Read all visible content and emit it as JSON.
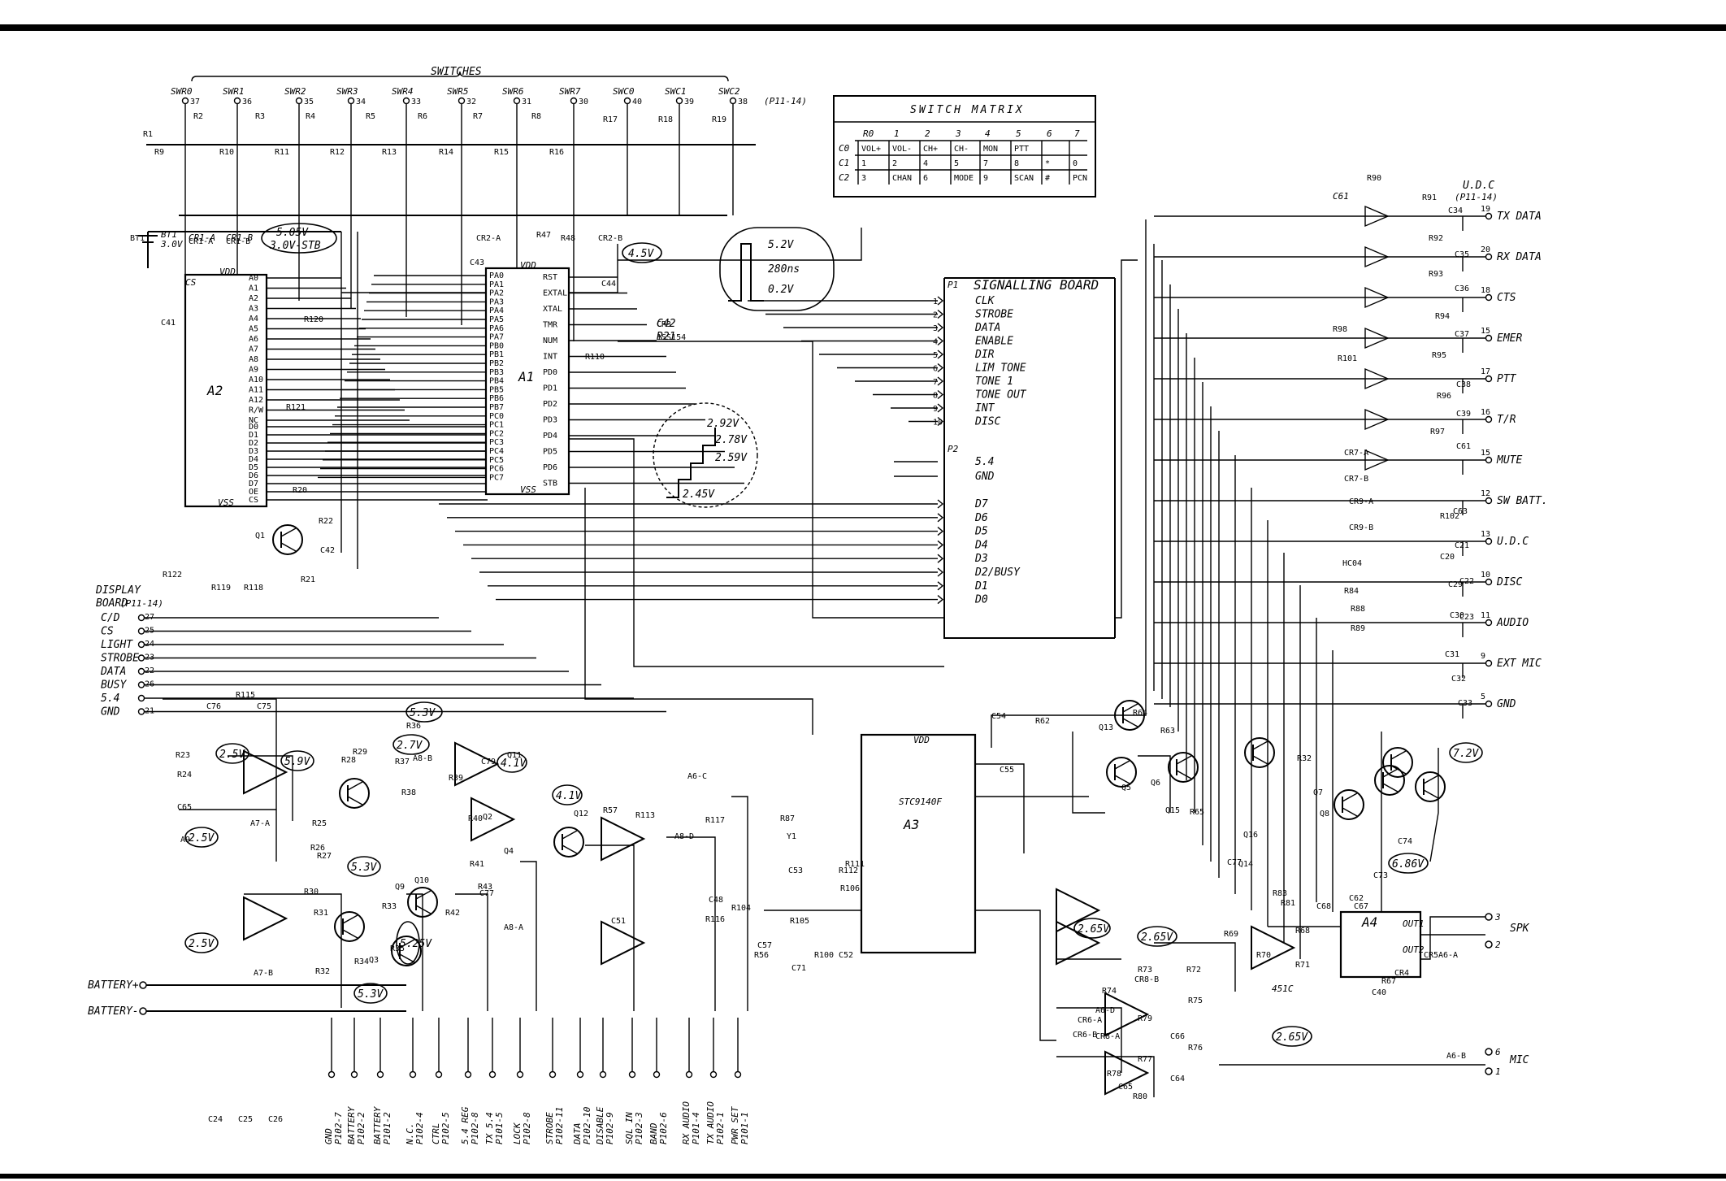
{
  "switches": {
    "header": "SWITCHES",
    "connector": "(P11-14)",
    "labels": [
      "SWR0",
      "SWR1",
      "SWR2",
      "SWR3",
      "SWR4",
      "SWR5",
      "SWR6",
      "SWR7",
      "SWC0",
      "SWC1",
      "SWC2"
    ],
    "pins": [
      "37",
      "36",
      "35",
      "34",
      "33",
      "32",
      "31",
      "30",
      "40",
      "39",
      "38"
    ]
  },
  "matrix": {
    "title": "SWITCH MATRIX",
    "columns": [
      "R0",
      "1",
      "2",
      "3",
      "4",
      "5",
      "6",
      "7"
    ],
    "rows": [
      {
        "label": "C0",
        "cells": [
          "VOL+",
          "VOL-",
          "CH+",
          "CH-",
          "MON",
          "PTT",
          "",
          ""
        ]
      },
      {
        "label": "C1",
        "cells": [
          "1",
          "2",
          "4",
          "5",
          "7",
          "8",
          "*",
          "0"
        ]
      },
      {
        "label": "C2",
        "cells": [
          "3",
          "CHAN",
          "6",
          "MODE",
          "9",
          "SCAN",
          "#",
          "PCN"
        ]
      }
    ]
  },
  "components": {
    "a1": "A1",
    "a2": "A2",
    "a3": "A3",
    "a4": "A4",
    "a3_part": "STC9140F",
    "a2_vdd": "VDD",
    "a2_vss": "VSS",
    "a2_cs": "CS",
    "a1_vdd": "VDD",
    "a1_vss": "VSS",
    "a3_vdd": "VDD"
  },
  "a2_pins": {
    "addr": [
      "A0",
      "A1",
      "A2",
      "A3",
      "A4",
      "A5",
      "A6",
      "A7",
      "A8",
      "A9",
      "A10",
      "A11",
      "A12",
      "R/W",
      "NC"
    ],
    "data": [
      "D0",
      "D1",
      "D2",
      "D3",
      "D4",
      "D5",
      "D6",
      "D7",
      "OE",
      "CS"
    ]
  },
  "a1_pins": {
    "left": [
      "PA0",
      "PA1",
      "PA2",
      "PA3",
      "PA4",
      "PA5",
      "PA6",
      "PA7",
      "PB0",
      "PB1",
      "PB2",
      "PB3",
      "PB4",
      "PB5",
      "PB6",
      "PB7",
      "PC0",
      "PC1",
      "PC2",
      "PC3",
      "PC4",
      "PC5",
      "PC6",
      "PC7"
    ],
    "right": [
      "RST",
      "EXTAL",
      "XTAL",
      "TMR",
      "NUM",
      "INT",
      "PD0",
      "PD1",
      "PD2",
      "PD3",
      "PD4",
      "PD5",
      "PD6",
      "STB"
    ]
  },
  "signalling": {
    "title": "SIGNALLING BOARD",
    "p1": "P1",
    "p2": "P2",
    "p1_pins": [
      "CLK",
      "STROBE",
      "DATA",
      "ENABLE",
      "DIR",
      "LIM TONE",
      "TONE 1",
      "TONE OUT",
      "INT",
      "DISC"
    ],
    "p2_top": [
      "5.4",
      "GND"
    ],
    "p2_pins": [
      "D7",
      "D6",
      "D5",
      "D4",
      "D3",
      "D2/BUSY",
      "D1",
      "D0"
    ]
  },
  "display": {
    "title": "DISPLAY",
    "subtitle": "BOARD",
    "connector": "(P11-14)",
    "signals": [
      "C/D",
      "CS",
      "LIGHT",
      "STROBE",
      "DATA",
      "BUSY",
      "5.4",
      "GND"
    ],
    "pins": [
      "27",
      "25",
      "24",
      "23",
      "22",
      "26",
      "",
      "21"
    ]
  },
  "udc": {
    "title": "U.D.C",
    "connector": "(P11-14)",
    "signals": [
      "TX DATA",
      "RX DATA",
      "CTS",
      "EMER",
      "PTT",
      "T/R",
      "MUTE",
      "SW BATT.",
      "U.D.C",
      "DISC",
      "AUDIO",
      "EXT MIC",
      "GND"
    ],
    "pins": [
      "19",
      "20",
      "18",
      "15",
      "17",
      "16",
      "15",
      "12",
      "13",
      "10",
      "11",
      "9",
      "5"
    ]
  },
  "bottom_pins": [
    "GND\nP102-7",
    "BATTERY\nP102-2",
    "BATTERY\nP101-2",
    "N.C.\nP102-4",
    "CTRL\nP102-5",
    "5.4 REG\nP102-8",
    "TX 5.4\nP101-5",
    "LOCK\nP102-8",
    "STROBE\nP102-11",
    "DATA\nP102-10",
    "DISABLE\nP102-9",
    "SQL IN\nP102-3",
    "BAND\nP102-6",
    "RX AUDIO\nP101-4",
    "TX AUDIO\nP102-1",
    "PWR SET\nP101-1"
  ],
  "battery": [
    "BATTERY+",
    "BATTERY-"
  ],
  "voltages": [
    "5.05V",
    "3.0V-STB",
    "4.5V",
    "5.2V",
    "280ns",
    "0.2V",
    "2.92V",
    "2.78V",
    "2.59V",
    "2.45V",
    "5.3V",
    "2.7V",
    "2.5V",
    "5.9V",
    "4.1V",
    "2.5V",
    "5.3V",
    "4.1V",
    "2.5V",
    "5.25V",
    "5.3V",
    "2.65V",
    "2.65V",
    "2.65V",
    "7.2V",
    "6.86V"
  ],
  "outputs": {
    "spk": "SPK",
    "mic": "MIC",
    "a4_part": "451C",
    "out1": "OUT1",
    "out2": "OUT2"
  },
  "refs": [
    "R1",
    "R2",
    "R3",
    "R4",
    "R5",
    "R6",
    "R7",
    "R8",
    "R9",
    "R10",
    "R11",
    "R12",
    "R13",
    "R14",
    "R15",
    "R16",
    "R17",
    "R18",
    "R19",
    "BT1",
    "CR1-A",
    "CR1-B",
    "C41",
    "C43",
    "CR2-A",
    "R47",
    "R48",
    "CR2-B",
    "C44",
    "CR3",
    "1SS154",
    "R110",
    "R120",
    "R121",
    "R20",
    "R22",
    "Q1",
    "C42",
    "R21",
    "R122",
    "R119",
    "R118",
    "C76",
    "R115",
    "C75",
    "R23",
    "R24",
    "C65",
    "A9",
    "A7-A",
    "A7-B",
    "R25",
    "R26",
    "R27",
    "R28",
    "R29",
    "R30",
    "R31",
    "R32",
    "R33",
    "R34",
    "R35",
    "R36",
    "R37",
    "R38",
    "R39",
    "R40",
    "R41",
    "R42",
    "R43",
    "C77",
    "A8-A",
    "A8-B",
    "C79",
    "Q2",
    "Q3",
    "Q4",
    "Q9",
    "Q10",
    "Q11",
    "Q12",
    "R57",
    "R113",
    "A6-C",
    "R116",
    "C51",
    "C48",
    "A8-D",
    "R117",
    "C57",
    "R56",
    "C71",
    "R100",
    "C52",
    "R104",
    "R105",
    "R106",
    "R112",
    "R111",
    "R87",
    "Y1",
    "C53",
    "C54",
    "C55",
    "R62",
    "Q13",
    "R64",
    "R63",
    "Q5",
    "Q6",
    "Q15",
    "R65",
    "C77",
    "Q14",
    "R32",
    "Q7",
    "Q8",
    "Q16",
    "R83",
    "R81",
    "C68",
    "C67",
    "C62",
    "C74",
    "C73",
    "R67",
    "R68",
    "R69",
    "R70",
    "R71",
    "R72",
    "R73",
    "R74",
    "R75",
    "R76",
    "R77",
    "R78",
    "R79",
    "R80",
    "C65",
    "C66",
    "C64",
    "C40",
    "CR4",
    "CR5",
    "A6-A",
    "A6-B",
    "A6-D",
    "CR8-A",
    "CR8-B",
    "CR6-A",
    "CR6-B",
    "CR7-A",
    "CR7-B",
    "CR9-A",
    "CR9-B",
    "HC04",
    "R84",
    "R88",
    "R89",
    "R90",
    "R91",
    "R92",
    "R93",
    "R94",
    "R95",
    "R96",
    "R97",
    "R98",
    "R101",
    "R102",
    "C20",
    "C29",
    "C30",
    "C31",
    "C32",
    "C33",
    "C34",
    "C35",
    "C36",
    "C37",
    "C38",
    "C39",
    "C61",
    "C63",
    "C21",
    "C22",
    "C23",
    "C24",
    "C25",
    "C26"
  ]
}
